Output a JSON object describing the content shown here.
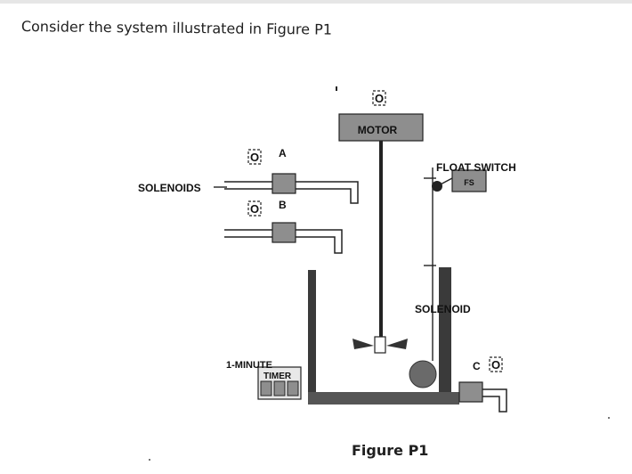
{
  "question_text": "Consider the system illustrated in Figure P1",
  "figure": {
    "caption": "Figure P1",
    "labels": {
      "motor": "MOTOR",
      "float_switch": "FLOAT SWITCH",
      "float_switch_box": "FS",
      "solenoids": "SOLENOIDS",
      "solenoid_a": "A",
      "solenoid_b": "B",
      "solenoid_lower": "SOLENOID",
      "solenoid_c": "C",
      "timer_line1": "1-MINUTE",
      "timer_line2": "TIMER"
    },
    "colors": {
      "ink": "#141414",
      "gray_fill": "#8e8e8e",
      "dark_gray": "#5a5a5a",
      "tank_wall": "#3a3a3a",
      "float_ball": "#6a6a6a"
    },
    "icons": [
      "actuator-symbol-icon",
      "actuator-symbol-icon",
      "actuator-symbol-icon",
      "actuator-symbol-icon"
    ]
  }
}
